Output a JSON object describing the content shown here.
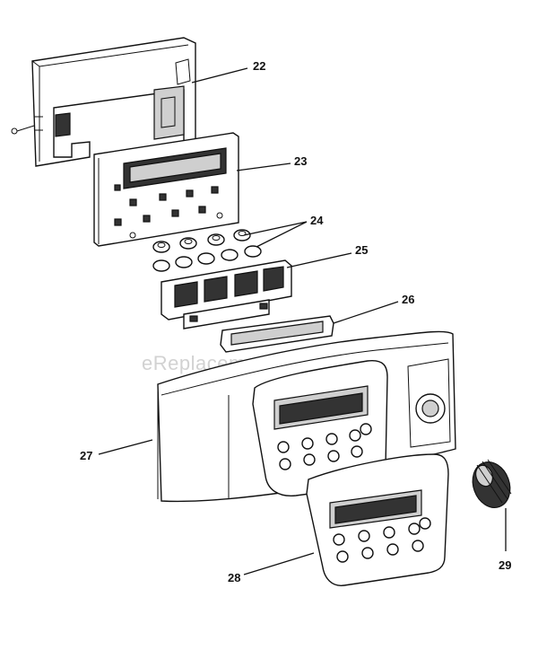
{
  "watermark": "eReplacementParts.com",
  "callouts": {
    "p22": "22",
    "p23": "23",
    "p24": "24",
    "p25": "25",
    "p26": "26",
    "p27": "27",
    "p28": "28",
    "p29": "29"
  }
}
